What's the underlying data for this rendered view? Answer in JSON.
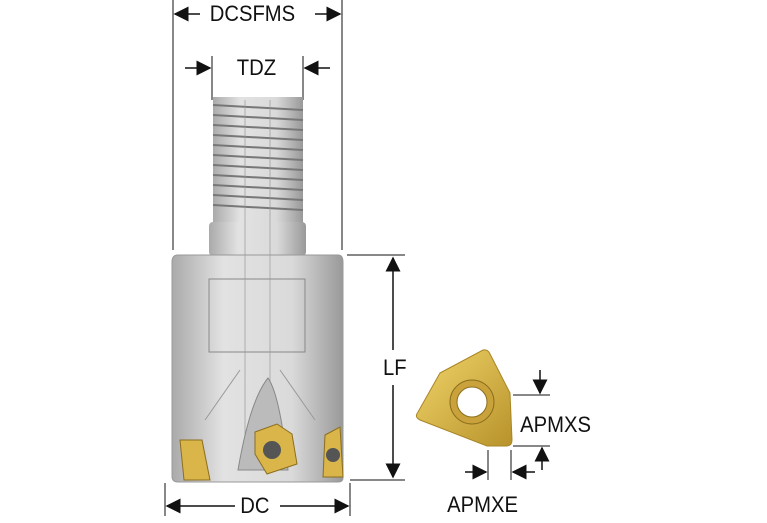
{
  "labels": {
    "dcsfms": "DCSFMS",
    "tdz": "TDZ",
    "lf": "LF",
    "dc": "DC",
    "apmxs": "APMXS",
    "apmxe": "APMXE"
  },
  "colors": {
    "body": "#d4d4d4",
    "insert": "#d9b54a",
    "line": "#111111"
  }
}
